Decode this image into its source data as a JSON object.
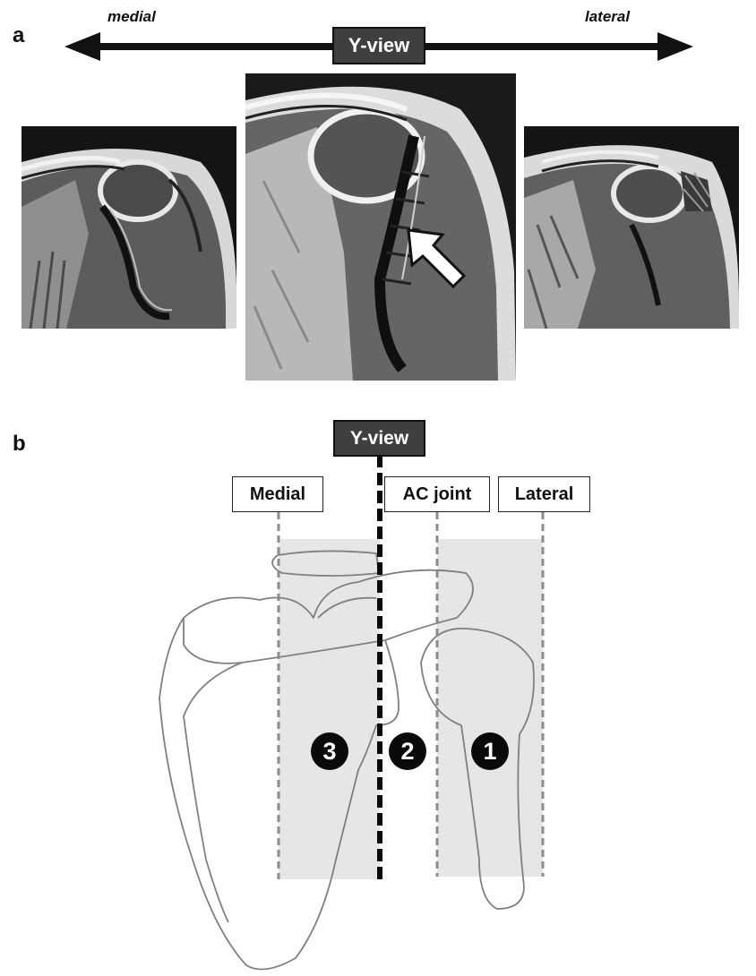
{
  "panel_a": {
    "letter": "a",
    "left_label": "medial",
    "right_label": "lateral",
    "center_label": "Y-view",
    "images": [
      {
        "name": "medial-slice"
      },
      {
        "name": "y-view-slice"
      },
      {
        "name": "lateral-slice"
      }
    ]
  },
  "panel_b": {
    "letter": "b",
    "yview_label": "Y-view",
    "medial_label": "Medial",
    "ac_joint_label": "AC joint",
    "lateral_label": "Lateral",
    "markers": [
      "3",
      "2",
      "1"
    ]
  },
  "colors": {
    "label_box_dark": "#3f3f3f",
    "zone_fill": "#e6e6e6",
    "outline": "#808080",
    "guide_dashed": "#8c8c8c"
  }
}
